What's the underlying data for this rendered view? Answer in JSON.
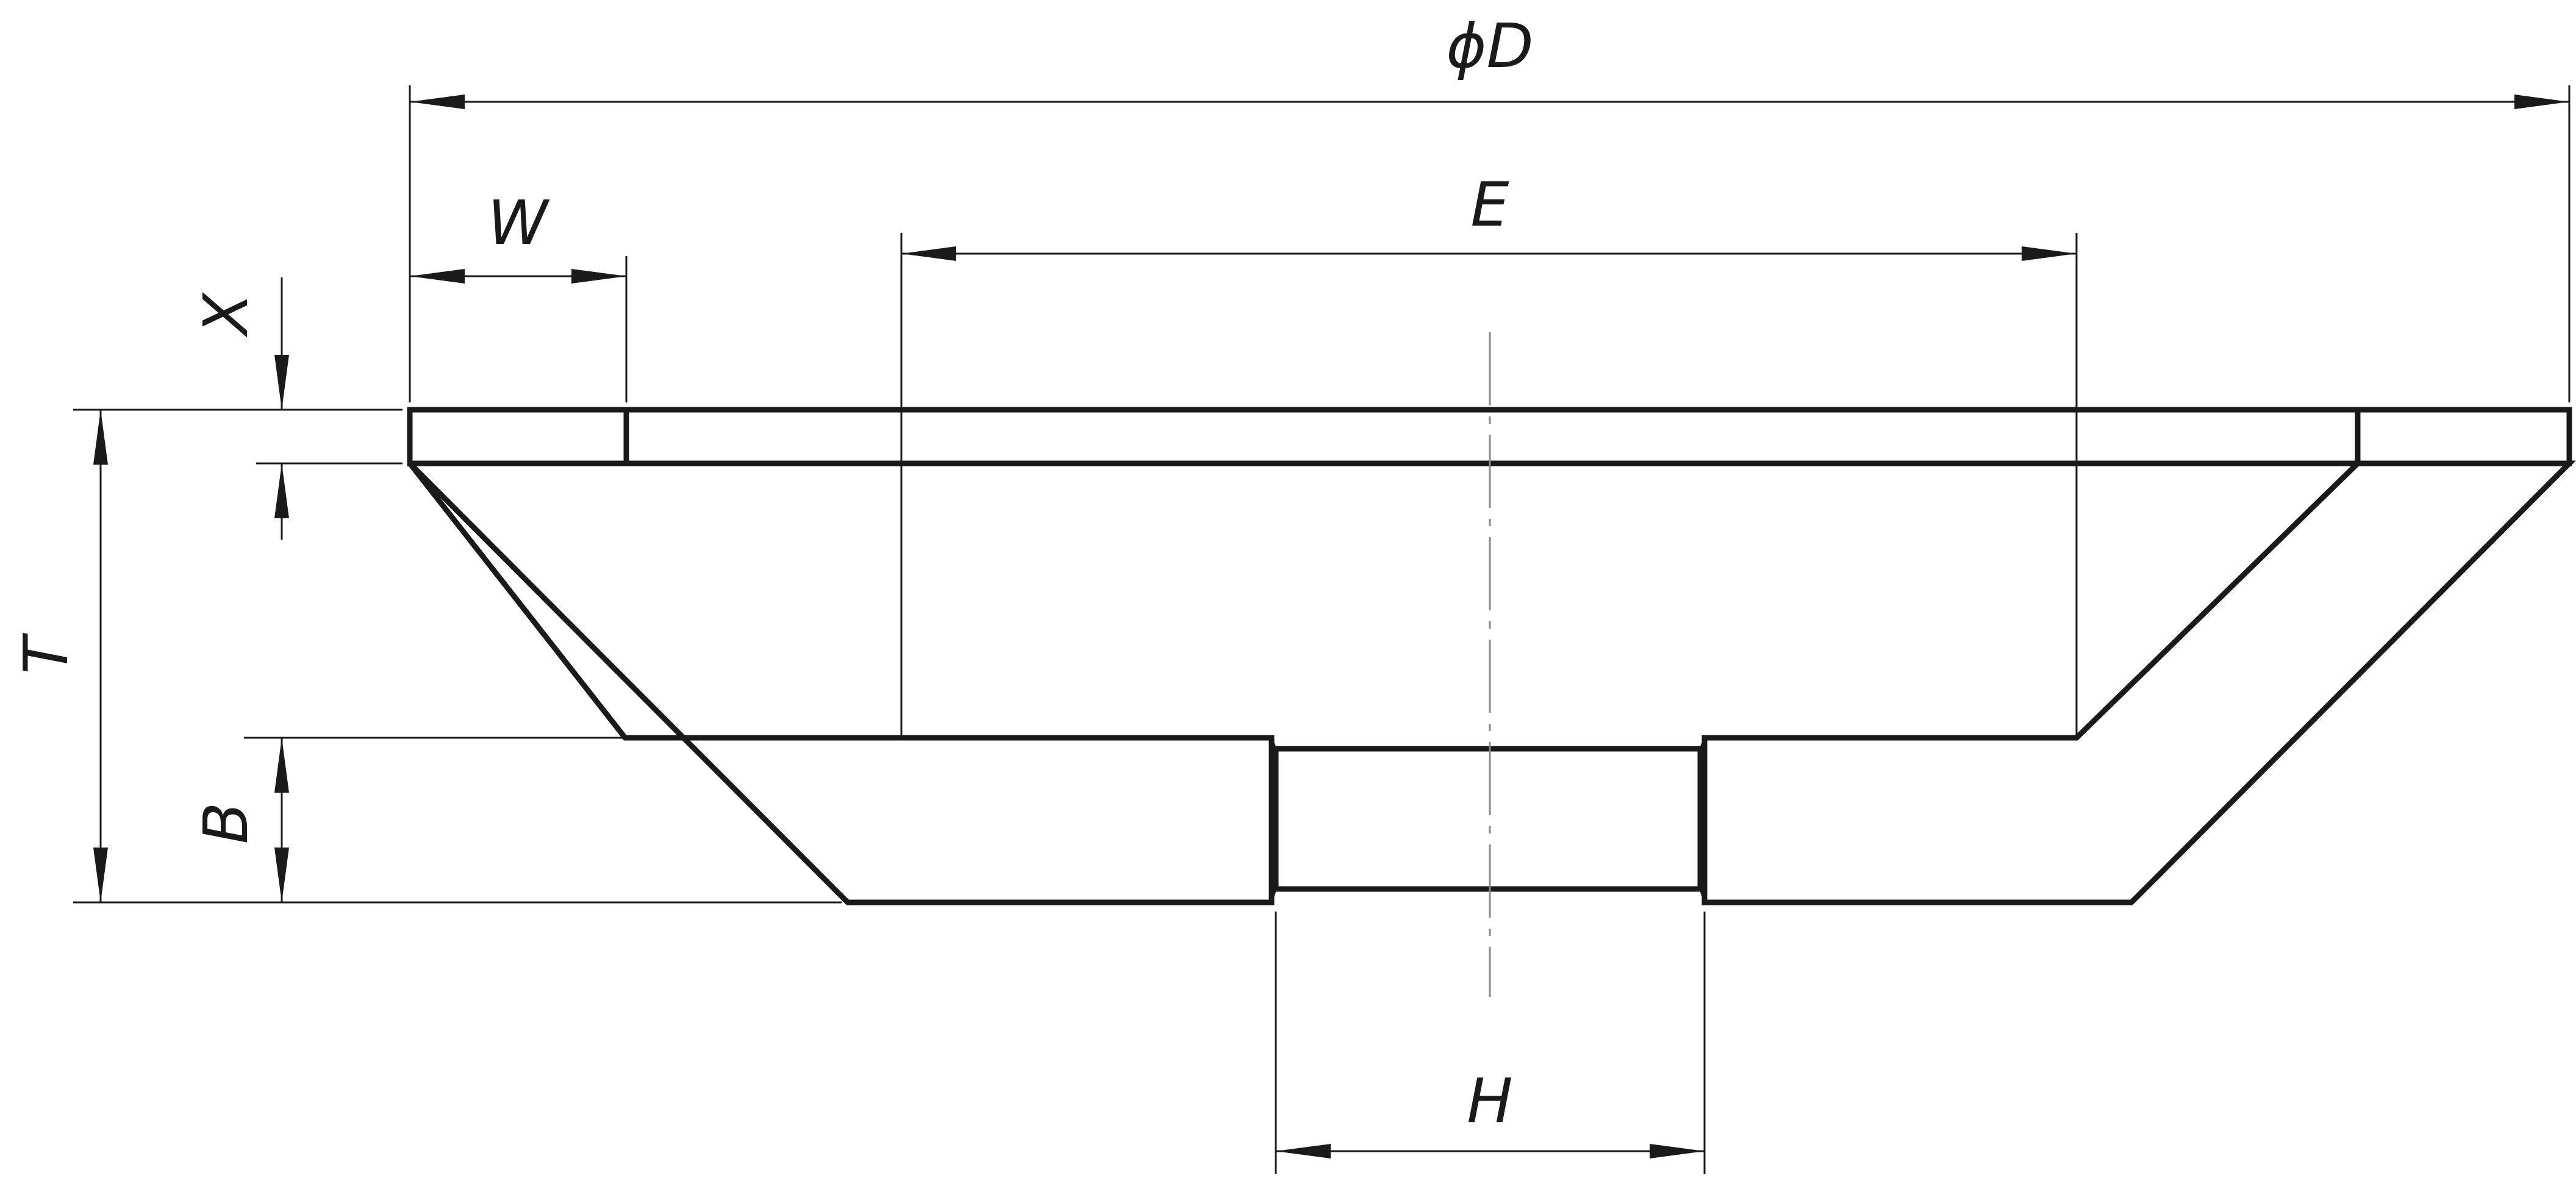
{
  "diagram": {
    "labels": {
      "diameter": "ϕD",
      "rim_width": "W",
      "rim_depth": "X",
      "inner_width": "E",
      "height": "T",
      "base_thickness": "B",
      "bore": "H"
    }
  }
}
